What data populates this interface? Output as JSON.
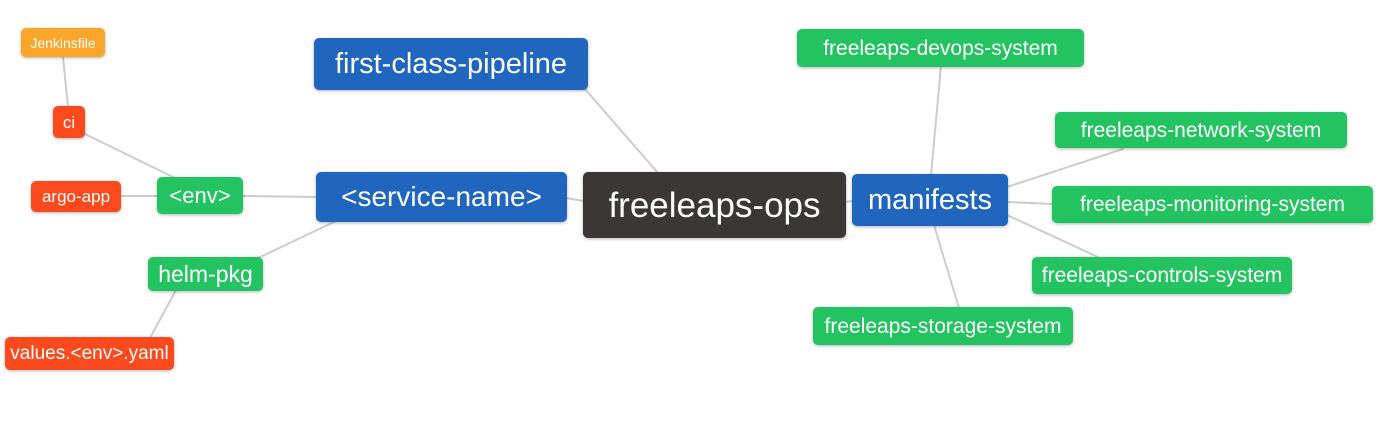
{
  "colors": {
    "blue": "#2166be",
    "green": "#24c362",
    "red": "#fa4a1e",
    "orange": "#f9a62b",
    "dark": "#3b3736",
    "edge": "#cccccc",
    "node_text": "#ffffff",
    "background": "#ffffff"
  },
  "nodes": [
    {
      "id": "jenkinsfile",
      "label": "Jenkinsfile",
      "color": "orange"
    },
    {
      "id": "ci",
      "label": "ci",
      "color": "red"
    },
    {
      "id": "argo-app",
      "label": "argo-app",
      "color": "red"
    },
    {
      "id": "env",
      "label": "<env>",
      "color": "green"
    },
    {
      "id": "helm-pkg",
      "label": "helm-pkg",
      "color": "green"
    },
    {
      "id": "values-env-yaml",
      "label": "values.<env>.yaml",
      "color": "red"
    },
    {
      "id": "first-class-pipeline",
      "label": "first-class-pipeline",
      "color": "blue"
    },
    {
      "id": "service-name",
      "label": "<service-name>",
      "color": "blue"
    },
    {
      "id": "freeleaps-ops",
      "label": "freeleaps-ops",
      "color": "dark"
    },
    {
      "id": "manifests",
      "label": "manifests",
      "color": "blue"
    },
    {
      "id": "freeleaps-devops-system",
      "label": "freeleaps-devops-system",
      "color": "green"
    },
    {
      "id": "freeleaps-network-system",
      "label": "freeleaps-network-system",
      "color": "green"
    },
    {
      "id": "freeleaps-monitoring-system",
      "label": "freeleaps-monitoring-system",
      "color": "green"
    },
    {
      "id": "freeleaps-controls-system",
      "label": "freeleaps-controls-system",
      "color": "green"
    },
    {
      "id": "freeleaps-storage-system",
      "label": "freeleaps-storage-system",
      "color": "green"
    }
  ],
  "edges": [
    {
      "from": "jenkinsfile",
      "to": "ci"
    },
    {
      "from": "ci",
      "to": "env"
    },
    {
      "from": "argo-app",
      "to": "env"
    },
    {
      "from": "env",
      "to": "service-name"
    },
    {
      "from": "helm-pkg",
      "to": "service-name"
    },
    {
      "from": "values-env-yaml",
      "to": "helm-pkg"
    },
    {
      "from": "first-class-pipeline",
      "to": "freeleaps-ops"
    },
    {
      "from": "service-name",
      "to": "freeleaps-ops"
    },
    {
      "from": "freeleaps-ops",
      "to": "manifests"
    },
    {
      "from": "manifests",
      "to": "freeleaps-devops-system"
    },
    {
      "from": "manifests",
      "to": "freeleaps-network-system"
    },
    {
      "from": "manifests",
      "to": "freeleaps-monitoring-system"
    },
    {
      "from": "manifests",
      "to": "freeleaps-controls-system"
    },
    {
      "from": "manifests",
      "to": "freeleaps-storage-system"
    }
  ]
}
